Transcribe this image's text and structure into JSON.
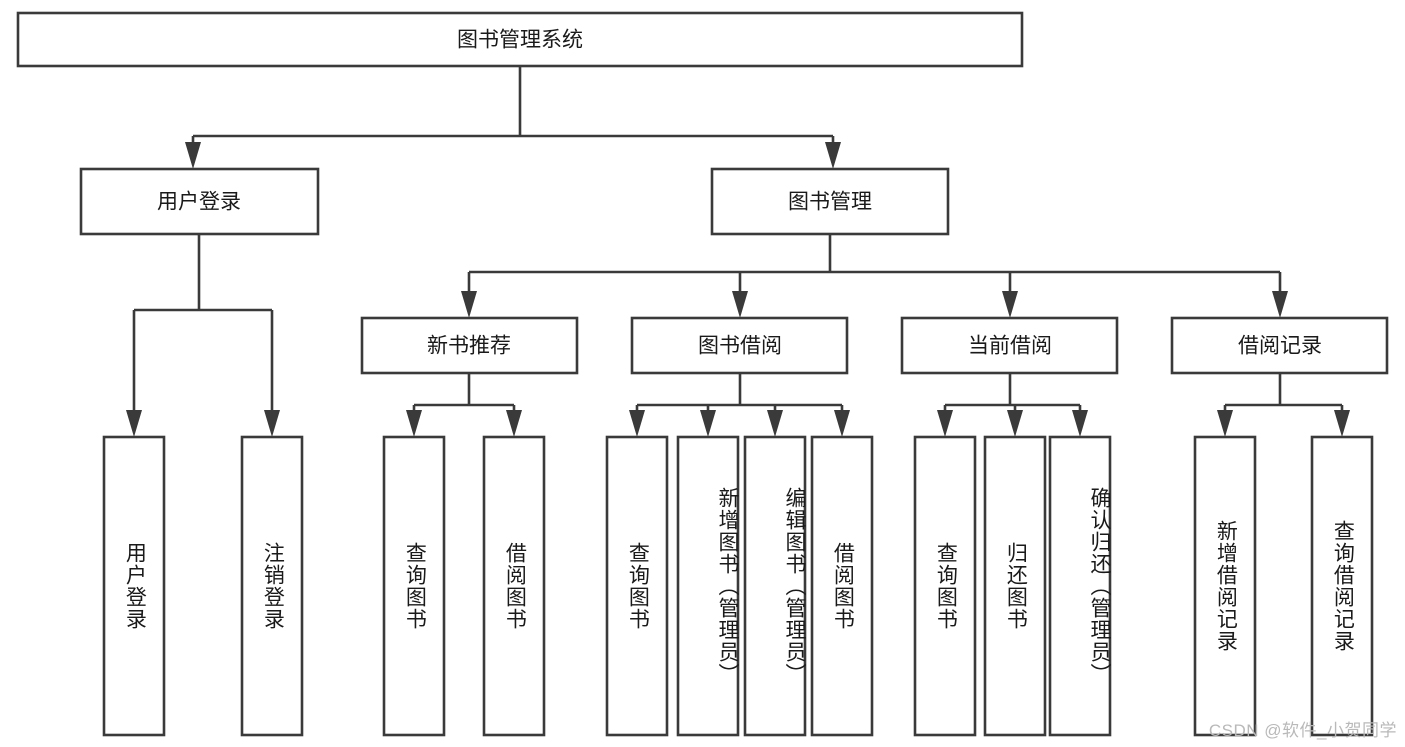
{
  "diagram": {
    "type": "tree-hierarchy",
    "title": "图书管理系统",
    "root": {
      "label": "图书管理系统",
      "orientation": "horizontal"
    },
    "level2": [
      {
        "label": "用户登录",
        "orientation": "horizontal"
      },
      {
        "label": "图书管理",
        "orientation": "horizontal"
      }
    ],
    "level3": [
      {
        "label": "新书推荐",
        "orientation": "horizontal",
        "parent": "图书管理"
      },
      {
        "label": "图书借阅",
        "orientation": "horizontal",
        "parent": "图书管理"
      },
      {
        "label": "当前借阅",
        "orientation": "horizontal",
        "parent": "图书管理"
      },
      {
        "label": "借阅记录",
        "orientation": "horizontal",
        "parent": "图书管理"
      }
    ],
    "leaves": [
      {
        "label": "用户登录",
        "parent": "用户登录",
        "orientation": "vertical"
      },
      {
        "label": "注销登录",
        "parent": "用户登录",
        "orientation": "vertical"
      },
      {
        "label": "查询图书",
        "parent": "新书推荐",
        "orientation": "vertical"
      },
      {
        "label": "借阅图书",
        "parent": "新书推荐",
        "orientation": "vertical"
      },
      {
        "label": "查询图书",
        "parent": "图书借阅",
        "orientation": "vertical"
      },
      {
        "label": "新增图书（管理员）",
        "parent": "图书借阅",
        "orientation": "vertical"
      },
      {
        "label": "编辑图书（管理员）",
        "parent": "图书借阅",
        "orientation": "vertical"
      },
      {
        "label": "借阅图书",
        "parent": "图书借阅",
        "orientation": "vertical"
      },
      {
        "label": "查询图书",
        "parent": "当前借阅",
        "orientation": "vertical"
      },
      {
        "label": "归还图书",
        "parent": "当前借阅",
        "orientation": "vertical"
      },
      {
        "label": "确认归还（管理员）",
        "parent": "当前借阅",
        "orientation": "vertical"
      },
      {
        "label": "新增借阅记录",
        "parent": "借阅记录",
        "orientation": "vertical"
      },
      {
        "label": "查询借阅记录",
        "parent": "借阅记录",
        "orientation": "vertical"
      }
    ]
  },
  "watermark": {
    "text": "CSDN @软件_小贺同学"
  },
  "colors": {
    "box_stroke": "#3a3a3a",
    "box_fill": "#ffffff",
    "text": "#1a1a1a",
    "watermark": "#b9b9b9",
    "background": "#ffffff"
  }
}
